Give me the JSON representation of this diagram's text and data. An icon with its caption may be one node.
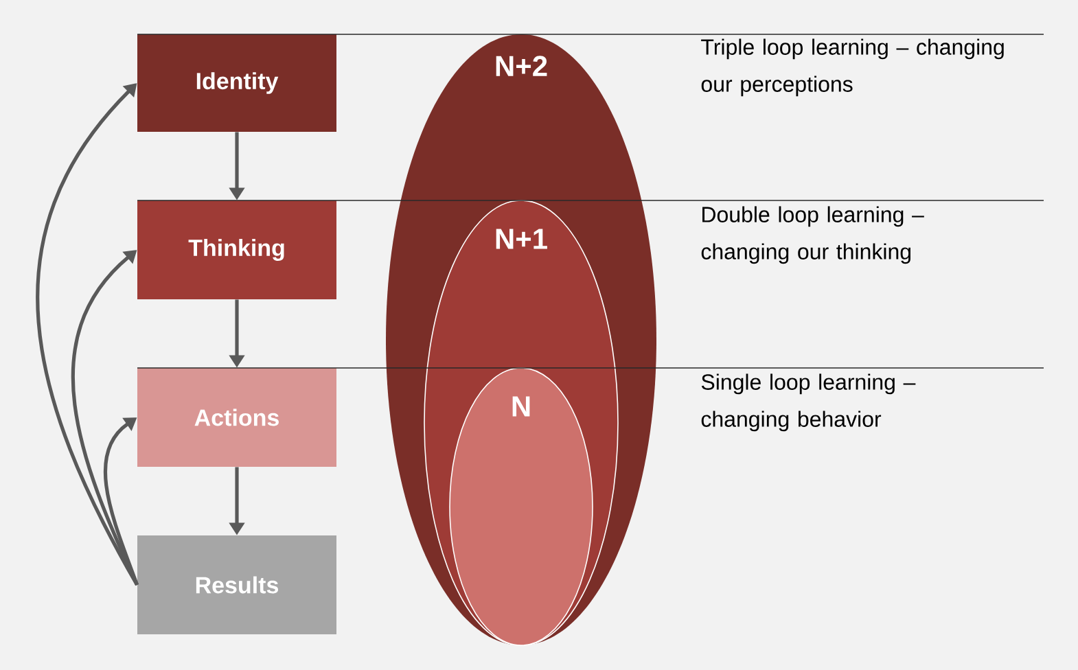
{
  "diagram": {
    "nodes": [
      {
        "text": [
          "Identity"
        ]
      },
      {
        "text": [
          "Thinking"
        ]
      },
      {
        "text": [
          "Actions"
        ]
      },
      {
        "text": [
          "Results"
        ]
      },
      {
        "text": [
          "N+2"
        ]
      },
      {
        "text": [
          "N+1"
        ],
        "in": 4
      },
      {
        "text": [
          "N"
        ],
        "in": 5
      }
    ],
    "edges": [
      {
        "from": 0,
        "to": 1,
        "arrow": "to"
      },
      {
        "from": 1,
        "to": 2,
        "arrow": "to"
      },
      {
        "from": 2,
        "to": 3,
        "arrow": "to"
      },
      {
        "from": 3,
        "to": 2,
        "arrow": "to"
      },
      {
        "from": 3,
        "to": 1,
        "arrow": "to"
      },
      {
        "from": 3,
        "to": 0,
        "arrow": "to"
      }
    ],
    "labels": [
      "Triple loop learning – changing our perceptions",
      "Double loop learning – changing our thinking",
      "Single loop learning – changing behavior"
    ]
  }
}
